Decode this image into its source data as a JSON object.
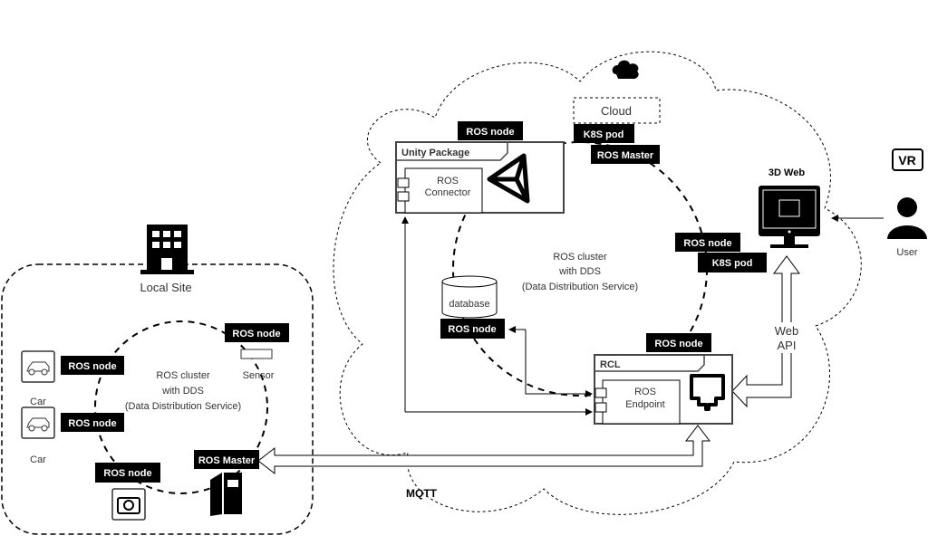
{
  "cloud_label": "Cloud",
  "cloud_k8s_pod": "K8S pod",
  "cloud_ros_master": "ROS Master",
  "unity": {
    "node": "ROS node",
    "title": "Unity Package",
    "connector_line1": "ROS",
    "connector_line2": "Connector"
  },
  "cloud_cluster": {
    "line1": "ROS cluster",
    "line2": "with DDS",
    "line3": "(Data Distribution Service)"
  },
  "database": {
    "label": "database",
    "node": "ROS node"
  },
  "web_node": {
    "node": "ROS node",
    "pod": "K8S pod"
  },
  "web3d": "3D Web",
  "vr": "VR",
  "user": "User",
  "web_api": {
    "line1": "Web",
    "line2": "API"
  },
  "rcl": {
    "node": "ROS node",
    "title": "RCL",
    "endpoint_line1": "ROS",
    "endpoint_line2": "Endpoint"
  },
  "mqtt": "MQTT",
  "local": {
    "title": "Local Site",
    "cluster": {
      "line1": "ROS cluster",
      "line2": "with DDS",
      "line3": "(Data Distribution Service)"
    },
    "car1": {
      "node": "ROS node",
      "label": "Car"
    },
    "car2": {
      "node": "ROS node",
      "label": "Car"
    },
    "sensor": {
      "node": "ROS node",
      "label": "Sensor"
    },
    "camera": {
      "node": "ROS node"
    },
    "master": "ROS Master"
  }
}
